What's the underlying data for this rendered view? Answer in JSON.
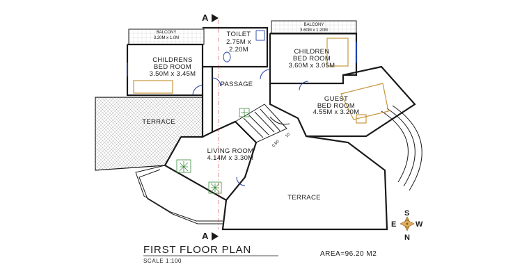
{
  "plan": {
    "section_marker": "A",
    "rooms": {
      "balcony_left": {
        "name": "BALCONY",
        "dims": "3.20M x 1.0M"
      },
      "balcony_right": {
        "name": "BALCONY",
        "dims": "3.60M x 1.20M"
      },
      "toilet": {
        "name": "TOILET",
        "dims_line1": "2.75M x",
        "dims_line2": "2.20M"
      },
      "children_left": {
        "name_line1": "CHILDRENS",
        "name_line2": "BED ROOM",
        "dims": "3.50M x 3.45M"
      },
      "children_right": {
        "name_line1": "CHILDREN",
        "name_line2": "BED ROOM",
        "dims": "3.60M x 3.05M"
      },
      "passage": {
        "name": "PASSAGE"
      },
      "guest": {
        "name_line1": "GUEST",
        "name_line2": "BED ROOM",
        "dims": "4.55M x 3.20M"
      },
      "terrace_left": {
        "name": "TERRACE"
      },
      "living": {
        "name": "LIVING ROOM",
        "dims": "4.14M x 3.30M"
      },
      "terrace_bottom": {
        "name": "TERRACE"
      },
      "stair_dims": {
        "left": "0.90",
        "right": "10"
      }
    },
    "title": "FIRST FLOOR PLAN",
    "scale": "SCALE 1:100",
    "area": "AREA=96.20 M2",
    "compass": {
      "n": "N",
      "s": "S",
      "e": "E",
      "w": "W"
    },
    "colors": {
      "wall": "#1a1a1a",
      "door": "#1f3fa8",
      "furniture": "#c8963e",
      "plants": "#3a8a3a",
      "axis": "#d04040"
    }
  }
}
